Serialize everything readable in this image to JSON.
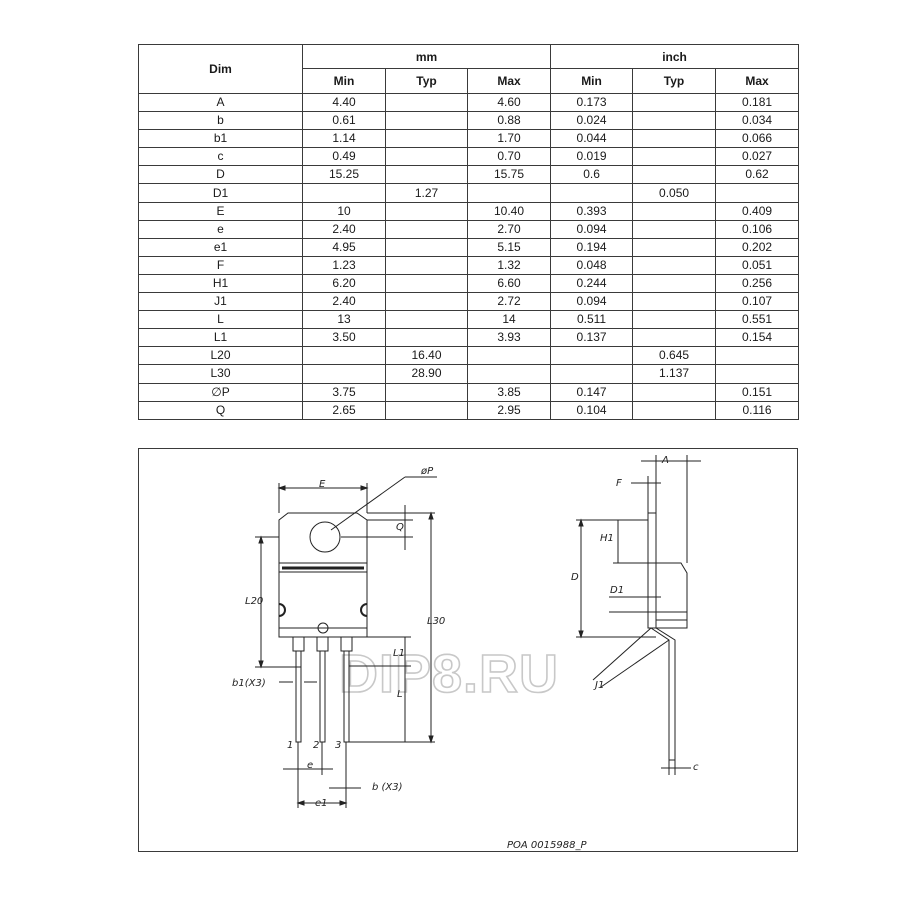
{
  "table": {
    "dim_header": "Dim",
    "mm_header": "mm",
    "inch_header": "inch",
    "sub_headers": [
      "Min",
      "Typ",
      "Max",
      "Min",
      "Typ",
      "Max"
    ],
    "rows": [
      {
        "dim": "A",
        "mm": [
          "4.40",
          "",
          "4.60"
        ],
        "inch": [
          "0.173",
          "",
          "0.181"
        ]
      },
      {
        "dim": "b",
        "mm": [
          "0.61",
          "",
          "0.88"
        ],
        "inch": [
          "0.024",
          "",
          "0.034"
        ]
      },
      {
        "dim": "b1",
        "mm": [
          "1.14",
          "",
          "1.70"
        ],
        "inch": [
          "0.044",
          "",
          "0.066"
        ]
      },
      {
        "dim": "c",
        "mm": [
          "0.49",
          "",
          "0.70"
        ],
        "inch": [
          "0.019",
          "",
          "0.027"
        ]
      },
      {
        "dim": "D",
        "mm": [
          "15.25",
          "",
          "15.75"
        ],
        "inch": [
          "0.6",
          "",
          "0.62"
        ]
      },
      {
        "dim": "D1",
        "mm": [
          "",
          "1.27",
          ""
        ],
        "inch": [
          "",
          "0.050",
          ""
        ]
      },
      {
        "dim": "E",
        "mm": [
          "10",
          "",
          "10.40"
        ],
        "inch": [
          "0.393",
          "",
          "0.409"
        ]
      },
      {
        "dim": "e",
        "mm": [
          "2.40",
          "",
          "2.70"
        ],
        "inch": [
          "0.094",
          "",
          "0.106"
        ]
      },
      {
        "dim": "e1",
        "mm": [
          "4.95",
          "",
          "5.15"
        ],
        "inch": [
          "0.194",
          "",
          "0.202"
        ]
      },
      {
        "dim": "F",
        "mm": [
          "1.23",
          "",
          "1.32"
        ],
        "inch": [
          "0.048",
          "",
          "0.051"
        ]
      },
      {
        "dim": "H1",
        "mm": [
          "6.20",
          "",
          "6.60"
        ],
        "inch": [
          "0.244",
          "",
          "0.256"
        ]
      },
      {
        "dim": "J1",
        "mm": [
          "2.40",
          "",
          "2.72"
        ],
        "inch": [
          "0.094",
          "",
          "0.107"
        ]
      },
      {
        "dim": "L",
        "mm": [
          "13",
          "",
          "14"
        ],
        "inch": [
          "0.511",
          "",
          "0.551"
        ]
      },
      {
        "dim": "L1",
        "mm": [
          "3.50",
          "",
          "3.93"
        ],
        "inch": [
          "0.137",
          "",
          "0.154"
        ]
      },
      {
        "dim": "L20",
        "mm": [
          "",
          "16.40",
          ""
        ],
        "inch": [
          "",
          "0.645",
          ""
        ]
      },
      {
        "dim": "L30",
        "mm": [
          "",
          "28.90",
          ""
        ],
        "inch": [
          "",
          "1.137",
          ""
        ]
      },
      {
        "dim": "∅P",
        "mm": [
          "3.75",
          "",
          "3.85"
        ],
        "inch": [
          "0.147",
          "",
          "0.151"
        ]
      },
      {
        "dim": "Q",
        "mm": [
          "2.65",
          "",
          "2.95"
        ],
        "inch": [
          "0.104",
          "",
          "0.116"
        ]
      }
    ]
  },
  "drawing": {
    "labels": {
      "E": "E",
      "oP": "øP",
      "Q": "Q",
      "L20": "L20",
      "L30": "L30",
      "L1": "L1",
      "L": "L",
      "b1": "b1(X3)",
      "pin1": "1",
      "pin2": "2",
      "pin3": "3",
      "e": "e",
      "e1": "e1",
      "b": "b  (X3)",
      "A": "A",
      "F": "F",
      "H1": "H1",
      "D": "D",
      "D1": "D1",
      "J1": "J1",
      "c": "c"
    },
    "watermark": "DIP8.RU",
    "drawing_code": "POA  0015988_P"
  }
}
